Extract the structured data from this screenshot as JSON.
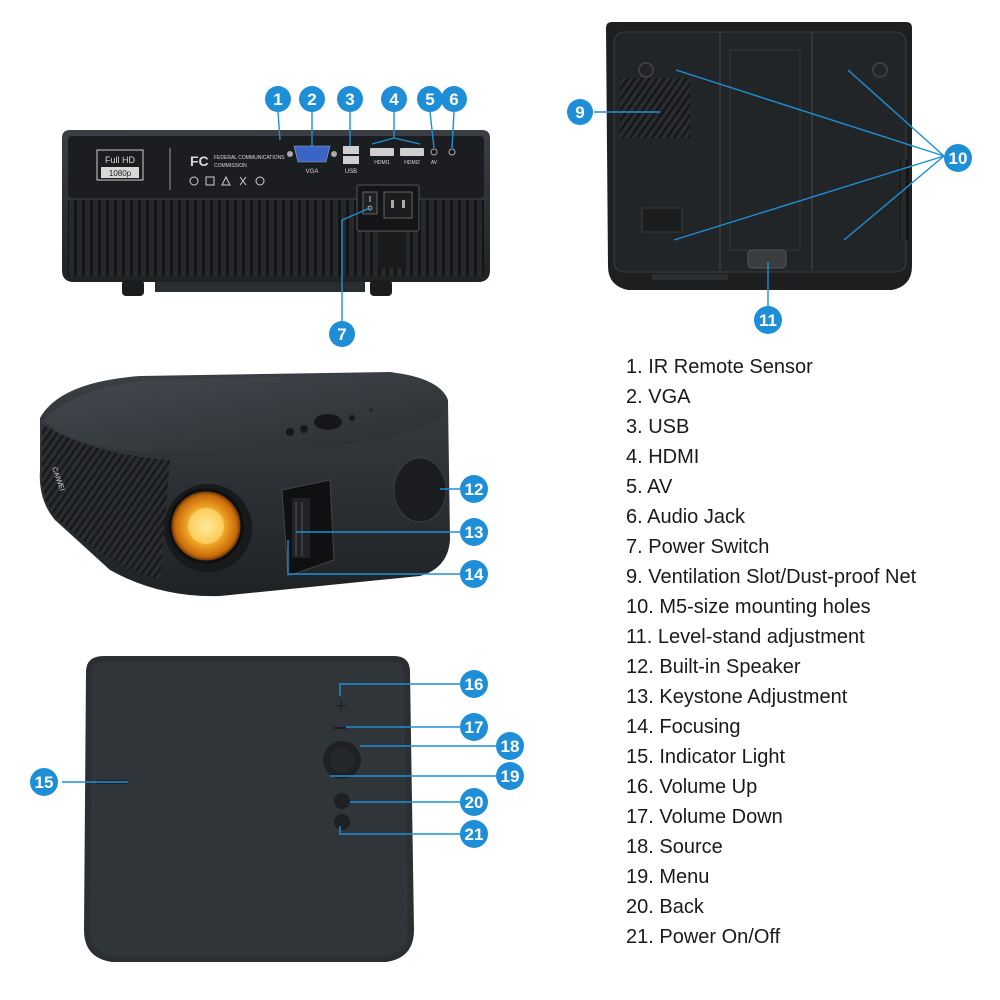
{
  "colors": {
    "callout": "#1e8fd6",
    "projector_body": "#2b2f33",
    "lens_glow": "#f4a21a"
  },
  "rear_panel": {
    "resolution_badge": {
      "top": "Full HD",
      "bottom": "1080p"
    },
    "fcc_mark": "FC",
    "fcc_text": [
      "FEDERAL COMMUNICATIONS",
      "COMMISSION"
    ],
    "port_labels": {
      "vga": "VGA",
      "usb": "USB",
      "hdmi1": "HDMI1",
      "hdmi2": "HDMI2",
      "av": "AV"
    }
  },
  "side_view": {
    "brand": "CAIWEI"
  },
  "callouts": [
    "1",
    "2",
    "3",
    "4",
    "5",
    "6",
    "7",
    "9",
    "10",
    "11",
    "12",
    "13",
    "14",
    "15",
    "16",
    "17",
    "18",
    "19",
    "20",
    "21"
  ],
  "legend": [
    "1. IR Remote Sensor",
    "2. VGA",
    "3. USB",
    "4. HDMI",
    "5. AV",
    "6. Audio Jack",
    "7. Power Switch",
    "9. Ventilation Slot/Dust-proof Net",
    "10. M5-size mounting holes",
    "11. Level-stand adjustment",
    "12. Built-in Speaker",
    "13. Keystone Adjustment",
    "14. Focusing",
    "15. Indicator Light",
    "16. Volume Up",
    "17. Volume Down",
    "18. Source",
    "19. Menu",
    "20. Back",
    "21. Power On/Off"
  ]
}
